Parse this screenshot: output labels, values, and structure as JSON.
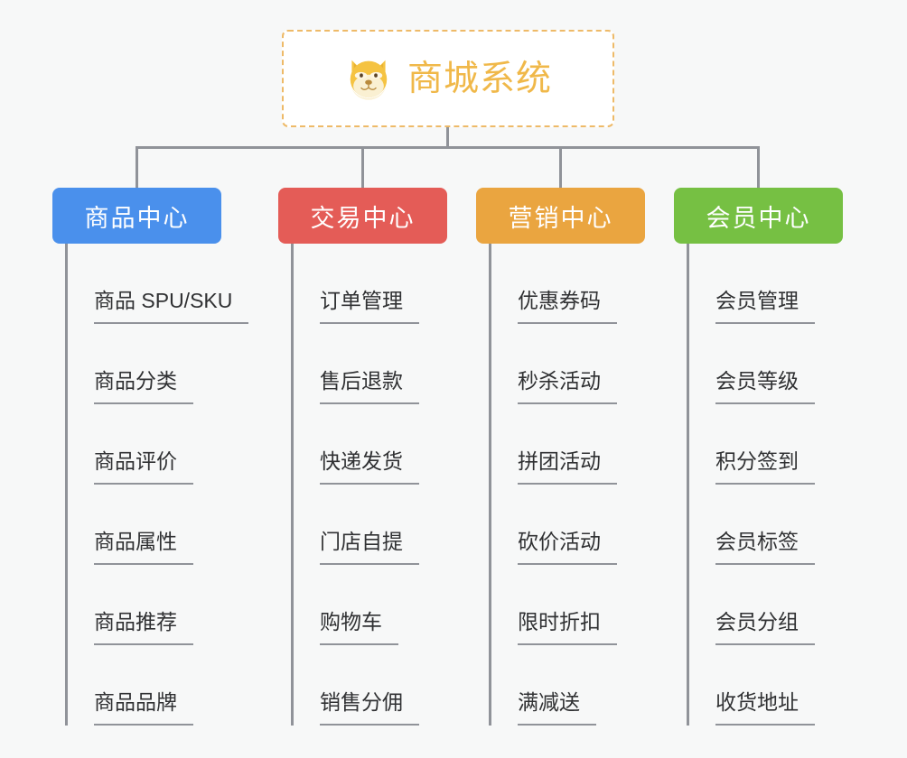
{
  "page": {
    "background_color": "#f7f8f8",
    "line_color": "#909399",
    "text_color": "#303133"
  },
  "root": {
    "title": "商城系统",
    "icon": "shiba-dog-face-icon",
    "accent_color": "#f0b849",
    "border_color": "#eeba68"
  },
  "columns": [
    {
      "header": "商品中心",
      "color": "#4a90ec",
      "items": [
        "商品 SPU/SKU",
        "商品分类",
        "商品评价",
        "商品属性",
        "商品推荐",
        "商品品牌"
      ]
    },
    {
      "header": "交易中心",
      "color": "#e45c57",
      "items": [
        "订单管理",
        "售后退款",
        "快递发货",
        "门店自提",
        "购物车",
        "销售分佣"
      ]
    },
    {
      "header": "营销中心",
      "color": "#eaa540",
      "items": [
        "优惠券码",
        "秒杀活动",
        "拼团活动",
        "砍价活动",
        "限时折扣",
        "满减送"
      ]
    },
    {
      "header": "会员中心",
      "color": "#76c043",
      "items": [
        "会员管理",
        "会员等级",
        "积分签到",
        "会员标签",
        "会员分组",
        "收货地址"
      ]
    }
  ]
}
